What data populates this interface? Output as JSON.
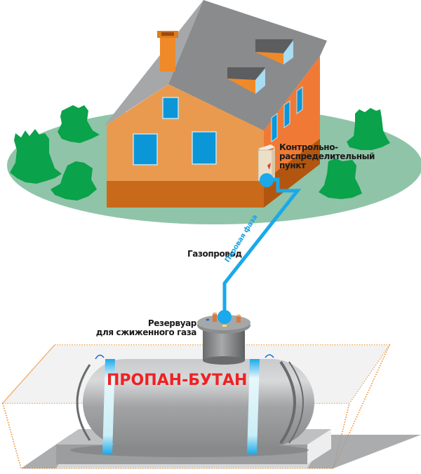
{
  "title": "Схема газоснабжения дома сжиженным газом",
  "labels": {
    "control_point_line1": "Контрольно-",
    "control_point_line2": "распределительный",
    "control_point_line3": "пункт",
    "gas_pipeline": "Газопровод",
    "vapor_phase": "Паровая фаза",
    "tank_line1": "Резервуар",
    "tank_line2": "для сжиженного газа",
    "tank_product": "ПРОПАН-БУТАН"
  },
  "colors": {
    "lawn": "#8fc4a8",
    "trees": "#0aa24a",
    "roof": "#8a8b8d",
    "wall_front": "#ea9a4f",
    "wall_side": "#f07a35",
    "plinth": "#c96a1a",
    "window": "#0b96d8",
    "pipe": "#1aa9ea",
    "tank": "#a7a8aa",
    "pit_outline": "#f08a28",
    "product_text": "#ee2222"
  }
}
